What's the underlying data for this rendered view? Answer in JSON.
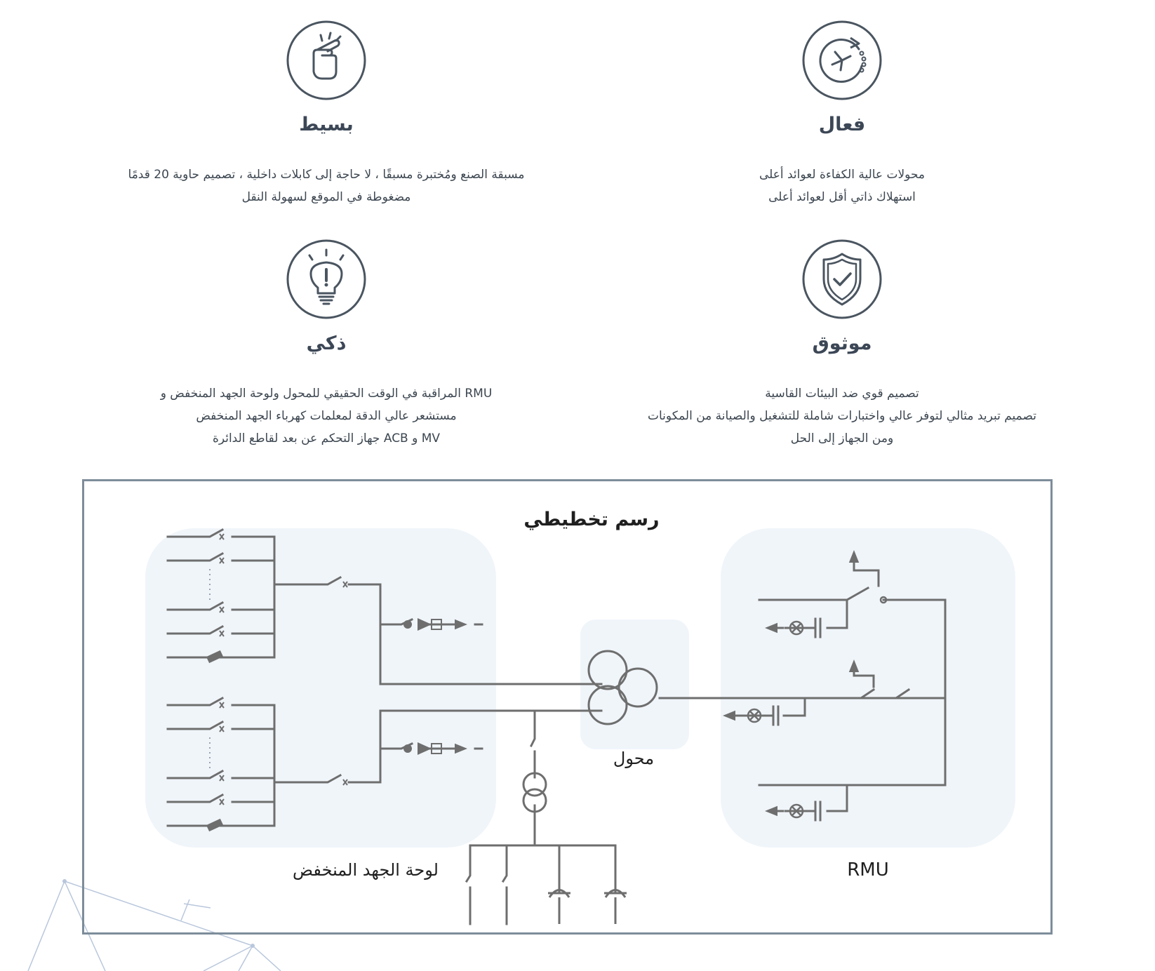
{
  "features": [
    {
      "id": "simple",
      "icon": "pinch-hand-icon",
      "title": "بسيط",
      "lines": [
        "مسبقة الصنع ومُختبرة مسبقًا ، لا حاجة إلى كابلات داخلية ، تصميم حاوية 20 قدمًا",
        "مضغوطة في الموقع لسهولة النقل"
      ]
    },
    {
      "id": "efficient",
      "icon": "clock-cycle-icon",
      "title": "فعال",
      "lines": [
        "محولات عالية الكفاءة لعوائد أعلى",
        "استهلاك ذاتي أقل لعوائد أعلى"
      ]
    },
    {
      "id": "smart",
      "icon": "lightbulb-icon",
      "title": "ذكي",
      "lines": [
        "RMU المراقبة في الوقت الحقيقي للمحول ولوحة الجهد المنخفض و",
        "مستشعر عالي الدقة لمعلمات كهرباء الجهد المنخفض",
        "MV و ACB جهاز التحكم عن بعد لقاطع الدائرة"
      ]
    },
    {
      "id": "reliable",
      "icon": "shield-check-icon",
      "title": "موثوق",
      "lines": [
        "تصميم قوي ضد البيئات القاسية",
        "تصميم تبريد مثالي لتوفر عالي واختبارات شاملة للتشغيل والصيانة من المكونات",
        "ومن الجهاز إلى الحل"
      ]
    }
  ],
  "diagram": {
    "title": "رسم تخطيطي",
    "labels": {
      "lv_panel": "لوحة الجهد المنخفض",
      "transformer": "محول",
      "rmu": "RMU"
    }
  },
  "colors": {
    "line": "#6e6e6e",
    "icon": "#4a5560",
    "frame": "#7d8d9a",
    "panel_bg": "#f0f5fa"
  }
}
